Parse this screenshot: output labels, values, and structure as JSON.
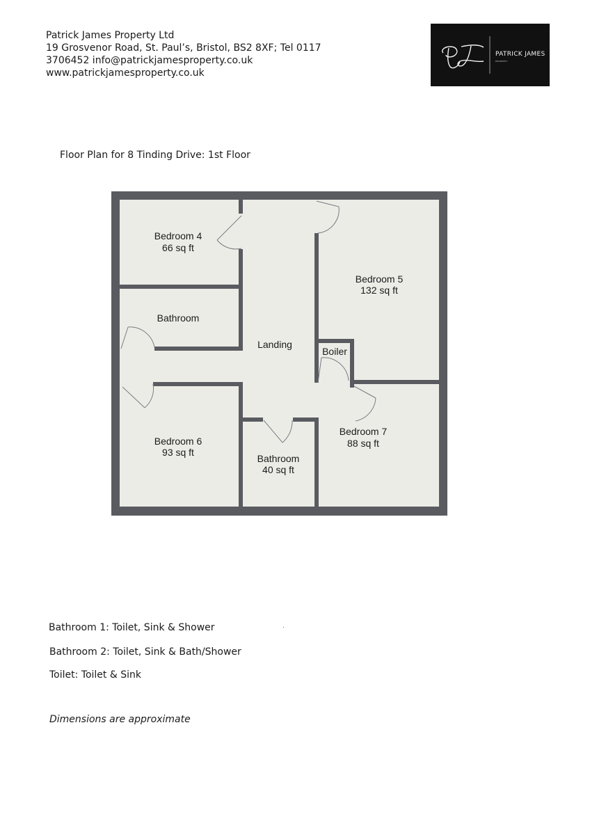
{
  "company": {
    "name": "Patrick James Property Ltd",
    "address_line": "19 Grosvenor Road, St. Paul’s, Bristol, BS2 8XF; Tel 0117",
    "phone_email_line": "3706452 info@patrickjamesproperty.co.uk",
    "website": "www.patrickjamesproperty.co.uk"
  },
  "logo": {
    "monogram": "PJ",
    "brand": "PATRICK JAMES",
    "sub": "PROPERTY"
  },
  "plan_title": "Floor Plan for 8 Tinding Drive: 1st Floor",
  "rooms": {
    "bedroom4": {
      "name": "Bedroom 4",
      "area": "66 sq ft"
    },
    "bedroom5": {
      "name": "Bedroom 5",
      "area": "132 sq ft"
    },
    "bathroom_upper": {
      "name": "Bathroom"
    },
    "landing": {
      "name": "Landing"
    },
    "boiler": {
      "name": "Boiler"
    },
    "bedroom6": {
      "name": "Bedroom 6",
      "area": "93 sq ft"
    },
    "bathroom_lower": {
      "name": "Bathroom",
      "area": "40 sq ft"
    },
    "bedroom7": {
      "name": "Bedroom 7",
      "area": "88 sq ft"
    }
  },
  "notes": [
    "Bathroom 1: Toilet, Sink & Shower",
    "Bathroom 2: Toilet, Sink & Bath/Shower",
    "Toilet: Toilet & Sink"
  ],
  "disclaimer": "Dimensions are approximate",
  "colors": {
    "wall": "#595b60",
    "floor": "#ecece7",
    "door_line": "#7a7c80",
    "logo_bg": "#111111"
  }
}
